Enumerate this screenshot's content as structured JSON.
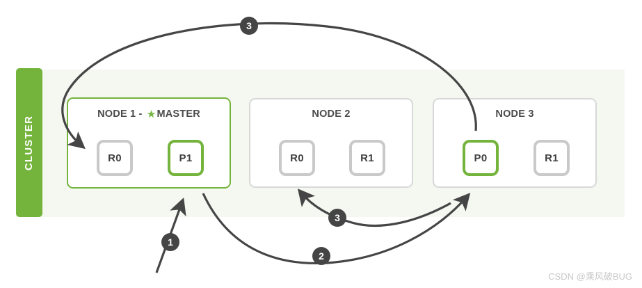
{
  "cluster": {
    "label": "CLUSTER",
    "bar_color": "#74b43c",
    "background_color": "#f5f8f1"
  },
  "nodes": [
    {
      "id": "node-1",
      "title_prefix": "NODE 1 - ",
      "star_glyph": "★",
      "title_suffix": "MASTER",
      "is_master": true,
      "border_color": "#74b43c",
      "shards": [
        {
          "label": "R0",
          "kind": "replica",
          "border_color": "#c9c9c9"
        },
        {
          "label": "P1",
          "kind": "primary",
          "border_color": "#74b43c"
        }
      ]
    },
    {
      "id": "node-2",
      "title_prefix": "NODE 2",
      "star_glyph": "",
      "title_suffix": "",
      "is_master": false,
      "border_color": "#d8d8d8",
      "shards": [
        {
          "label": "R0",
          "kind": "replica",
          "border_color": "#c9c9c9"
        },
        {
          "label": "R1",
          "kind": "replica",
          "border_color": "#c9c9c9"
        }
      ]
    },
    {
      "id": "node-3",
      "title_prefix": "NODE 3",
      "star_glyph": "",
      "title_suffix": "",
      "is_master": false,
      "border_color": "#d8d8d8",
      "shards": [
        {
          "label": "P0",
          "kind": "primary",
          "border_color": "#74b43c"
        },
        {
          "label": "R1",
          "kind": "replica",
          "border_color": "#c9c9c9"
        }
      ]
    }
  ],
  "steps": [
    {
      "number": "1",
      "description": "request arrives at node 1 master"
    },
    {
      "number": "2",
      "description": "node 1 routes to P0 on node 3"
    },
    {
      "number": "3",
      "description": "P0 on node 3 replicates to R0 on node 2"
    },
    {
      "number": "3b",
      "number_label": "3",
      "description": "P0 on node 3 replicates to R0 on node 1"
    }
  ],
  "arrow_color": "#454545",
  "watermark": "CSDN @乘风破BUG"
}
